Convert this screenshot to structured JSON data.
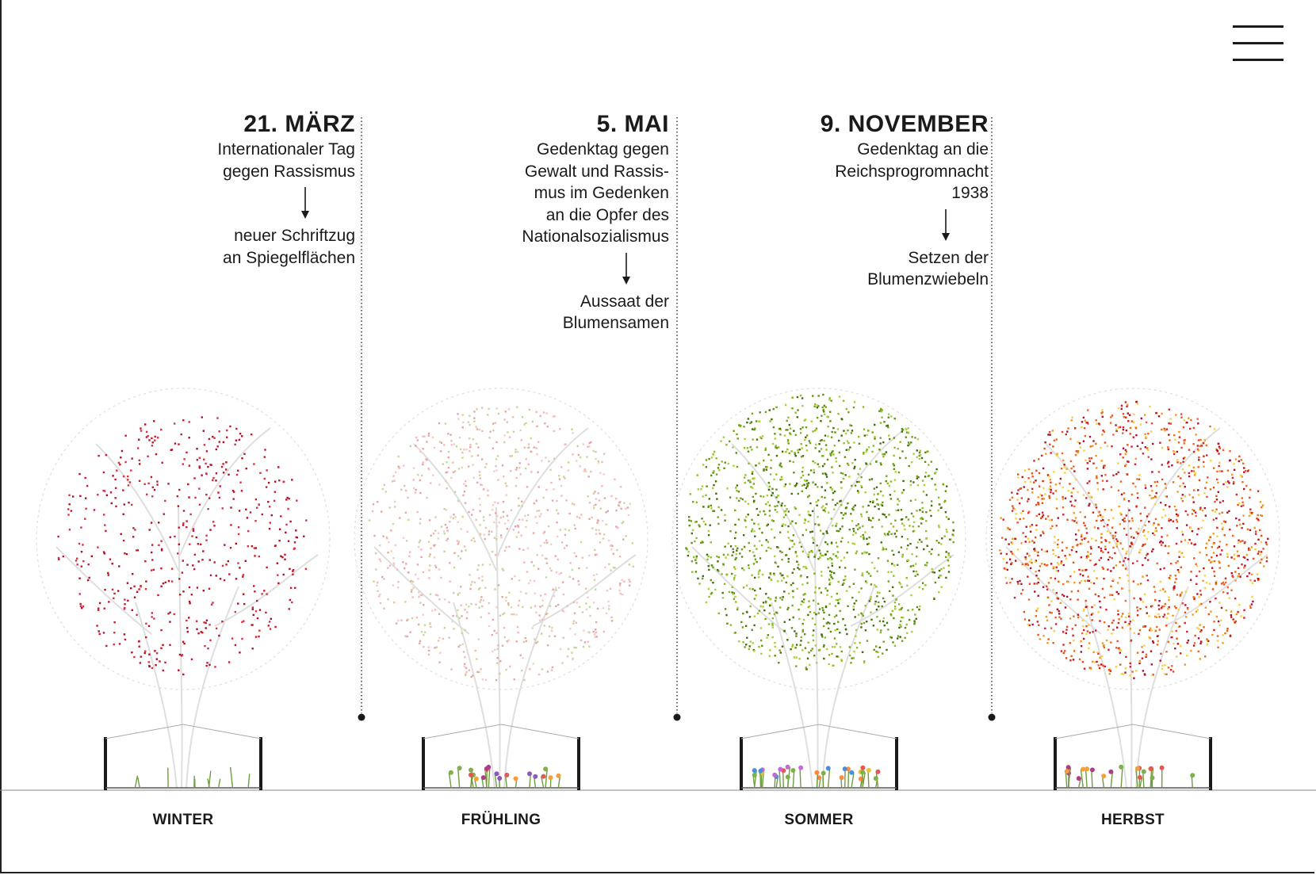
{
  "menu": {
    "icon": "hamburger-menu-icon"
  },
  "events": [
    {
      "date": "21. MÄRZ",
      "description": [
        "Internationaler Tag",
        "gegen Rassismus"
      ],
      "action": [
        "neuer Schriftzug",
        "an Spiegelflächen"
      ]
    },
    {
      "date": "5. MAI",
      "description": [
        "Gedenktag gegen",
        "Gewalt und Rassis-",
        "mus im Gedenken",
        "an die Opfer des",
        "Nationalsozialismus"
      ],
      "action": [
        "Aussaat der",
        "Blumensamen"
      ]
    },
    {
      "date": "9. NOVEMBER",
      "description": [
        "Gedenktag an die",
        "Reichsprogromnacht",
        "1938"
      ],
      "action": [
        "Setzen der",
        "Blumenzwiebeln"
      ]
    }
  ],
  "seasons": [
    {
      "label": "WINTER",
      "colors": [
        "#c8182a",
        "#d93040",
        "#b01020"
      ]
    },
    {
      "label": "FRÜHLING",
      "colors": [
        "#f3b7b7",
        "#f7c9c3",
        "#e9a3a3",
        "#c9d59a"
      ]
    },
    {
      "label": "SOMMER",
      "colors": [
        "#8cbf1f",
        "#5d8f12",
        "#a9cf3a",
        "#6fa618",
        "#3f6e0c"
      ]
    },
    {
      "label": "HERBST",
      "colors": [
        "#d81f2a",
        "#ee6a1a",
        "#f39a1c",
        "#f6d23a",
        "#b0102a",
        "#e84c1f"
      ]
    }
  ],
  "colors": {
    "ink": "#1a1a1a",
    "tree_outline": "#dedede",
    "ground_line": "#888888"
  }
}
